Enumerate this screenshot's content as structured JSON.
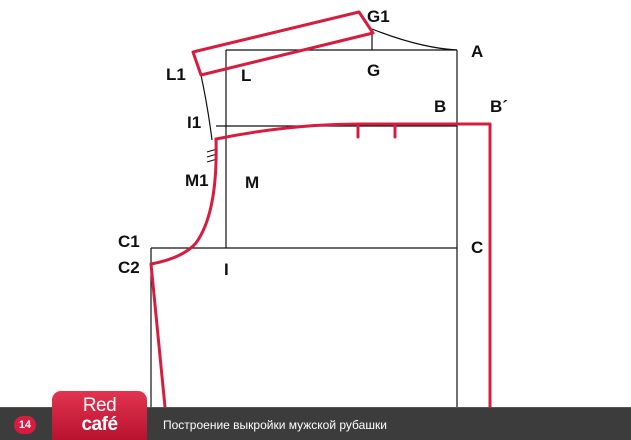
{
  "diagram": {
    "colors": {
      "construction_line": "#111111",
      "pattern_line": "#d71d3f",
      "text": "#111111"
    },
    "points": {
      "G1": "G1",
      "A": "A",
      "L1": "L1",
      "L": "L",
      "G": "G",
      "I1": "I1",
      "B": "B",
      "B_prime": "B´",
      "M1": "M1",
      "M": "M",
      "C1": "C1",
      "C2": "C2",
      "I": "I",
      "C": "C"
    }
  },
  "footer": {
    "page_number": "14",
    "logo_line1": "Red",
    "logo_line2": "café",
    "caption": "Построение выкройки мужской рубашки",
    "colors": {
      "bar": "#3c3c3c",
      "accent": "#d71d3f"
    }
  }
}
